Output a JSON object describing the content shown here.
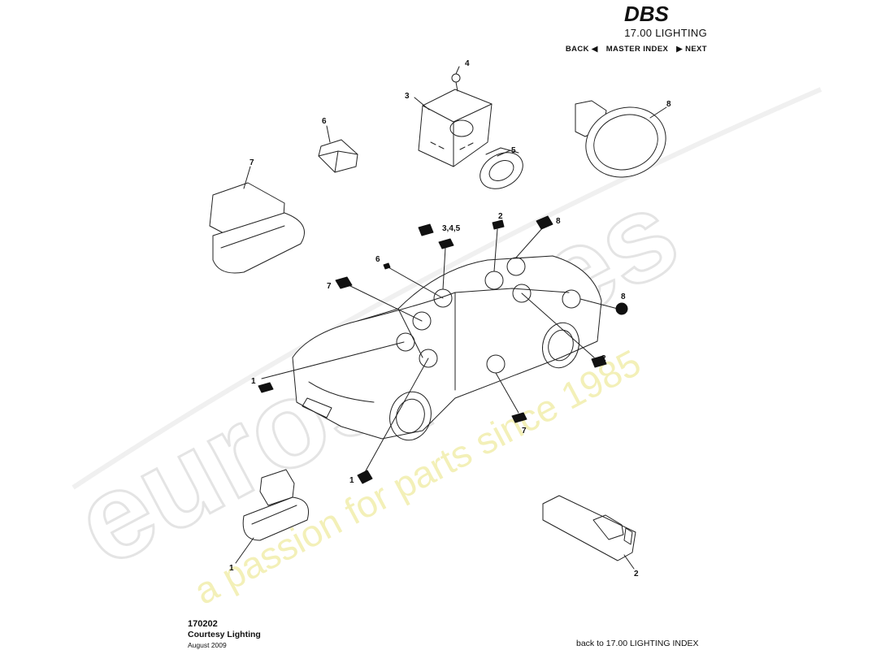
{
  "header": {
    "logo_text": "DBS",
    "section_title": "17.00 LIGHTING",
    "nav": {
      "back": "BACK",
      "master_index": "MASTER INDEX",
      "next": "NEXT"
    }
  },
  "watermark": {
    "brand": "eurospares",
    "tagline": "a passion for parts since 1985"
  },
  "callouts": {
    "c1a": "1",
    "c1b": "1",
    "c1c": "1",
    "c2a": "2",
    "c2b": "2",
    "c2c": "2",
    "c3": "3",
    "c345": "3,4,5",
    "c4": "4",
    "c5": "5",
    "c6a": "6",
    "c6b": "6",
    "c7a": "7",
    "c7b": "7",
    "c7c": "7",
    "c8a": "8",
    "c8b": "8",
    "c8c": "8"
  },
  "footer": {
    "code": "170202",
    "title": "Courtesy Lighting",
    "date": "August 2009",
    "back_link": "back to 17.00 LIGHTING INDEX"
  },
  "colors": {
    "line": "#222222",
    "watermark_grey": "#e6e6e6",
    "watermark_yellow": "#f3f0b8"
  }
}
